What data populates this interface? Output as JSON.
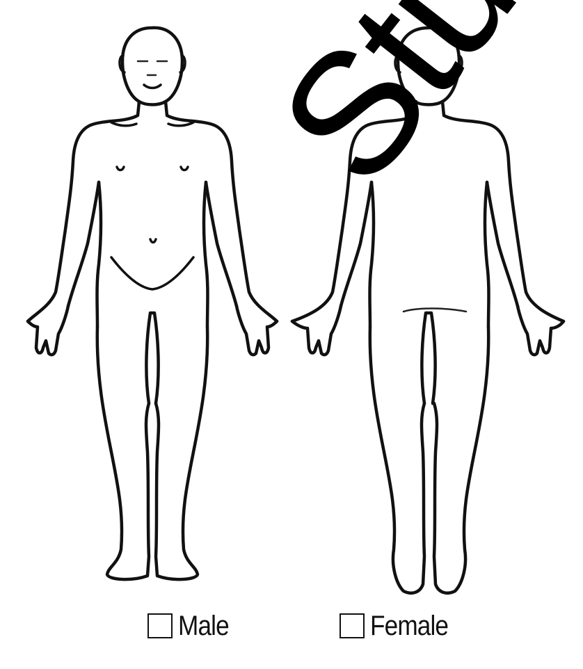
{
  "watermark": {
    "text": "Stude"
  },
  "figures": {
    "front_view": {
      "icon": "human-body-front-icon"
    },
    "back_view": {
      "icon": "human-body-back-icon"
    }
  },
  "options": {
    "male_label": "Male",
    "female_label": "Female",
    "male_checked": false,
    "female_checked": false
  }
}
